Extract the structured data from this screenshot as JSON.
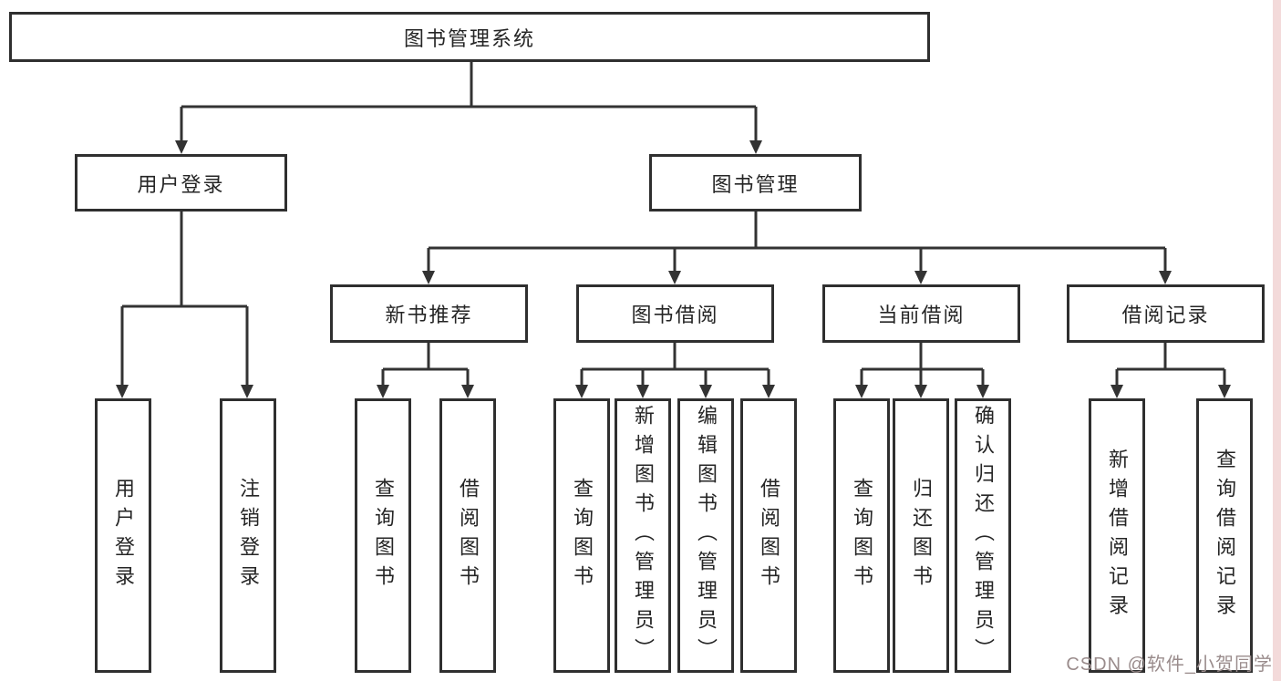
{
  "diagram": {
    "root": {
      "label": "图书管理系统"
    },
    "level2": {
      "user_login": {
        "label": "用户登录"
      },
      "book_mgmt": {
        "label": "图书管理"
      }
    },
    "level3": {
      "new_book_rec": {
        "label": "新书推荐"
      },
      "book_borrow": {
        "label": "图书借阅"
      },
      "current_borrow": {
        "label": "当前借阅"
      },
      "borrow_record": {
        "label": "借阅记录"
      }
    },
    "leaves": {
      "user_login": {
        "label": "用户登录"
      },
      "logout": {
        "label": "注销登录"
      },
      "query_book_rec": {
        "label": "查询图书"
      },
      "borrow_book_rec": {
        "label": "借阅图书"
      },
      "query_book_borrow": {
        "label": "查询图书"
      },
      "add_book": {
        "label": "新增图书（管理员）"
      },
      "edit_book": {
        "label": "编辑图书（管理员）"
      },
      "borrow_book_borrow": {
        "label": "借阅图书"
      },
      "query_book_current": {
        "label": "查询图书"
      },
      "return_book": {
        "label": "归还图书"
      },
      "confirm_return": {
        "label": "确认归还（管理员）"
      },
      "add_borrow_record": {
        "label": "新增借阅记录"
      },
      "query_borrow_record": {
        "label": "查询借阅记录"
      }
    },
    "watermark": "CSDN @软件_小贺同学",
    "colors": {
      "line": "#333333",
      "border": "#2f2f2f",
      "text": "#252525",
      "watermark": "#9a8c8c",
      "right_strip": "#f3dada",
      "background": "#ffffff"
    }
  }
}
